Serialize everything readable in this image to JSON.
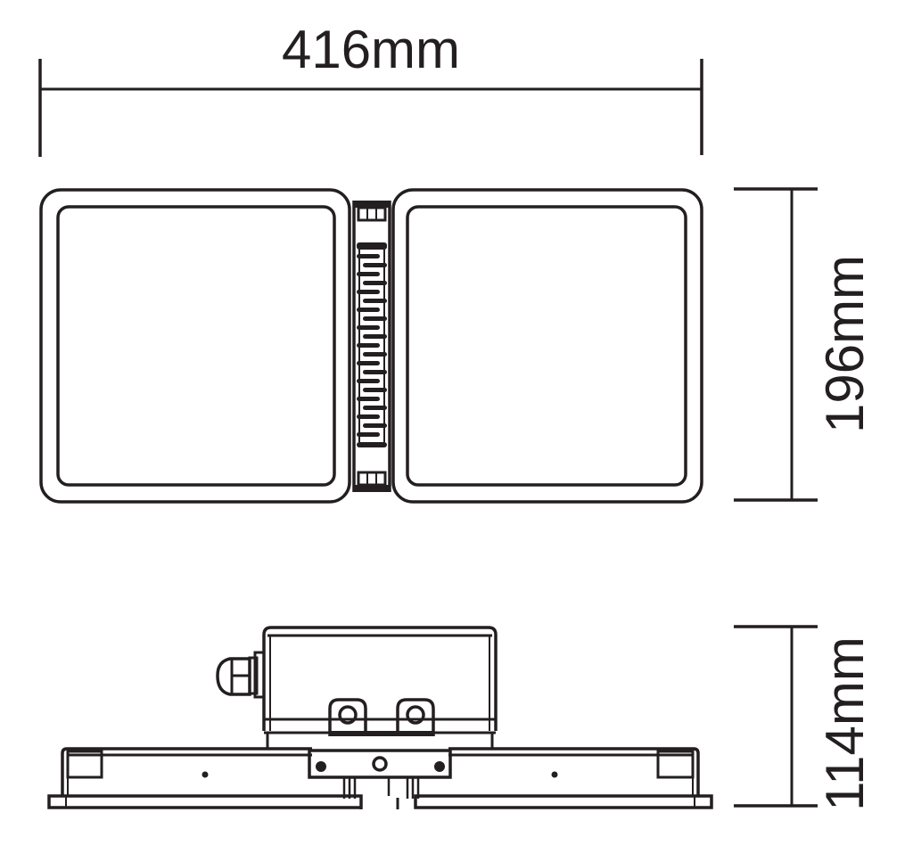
{
  "drawing": {
    "subject": "Twin-panel LED floodlight dimension drawing",
    "line_color": "#231f20",
    "background": "#ffffff"
  },
  "dimensions": {
    "width": {
      "label": "416mm",
      "value": 416,
      "unit": "mm",
      "orientation": "horizontal"
    },
    "height": {
      "label": "196mm",
      "value": 196,
      "unit": "mm",
      "orientation": "vertical"
    },
    "depth": {
      "label": "114mm",
      "value": 114,
      "unit": "mm",
      "orientation": "vertical"
    }
  },
  "views": [
    {
      "name": "front-view",
      "description": "Two square lens panels joined by a finned heatsink bridge"
    },
    {
      "name": "side-view",
      "description": "Profile with driver box, cable gland and mounting bracket"
    }
  ]
}
